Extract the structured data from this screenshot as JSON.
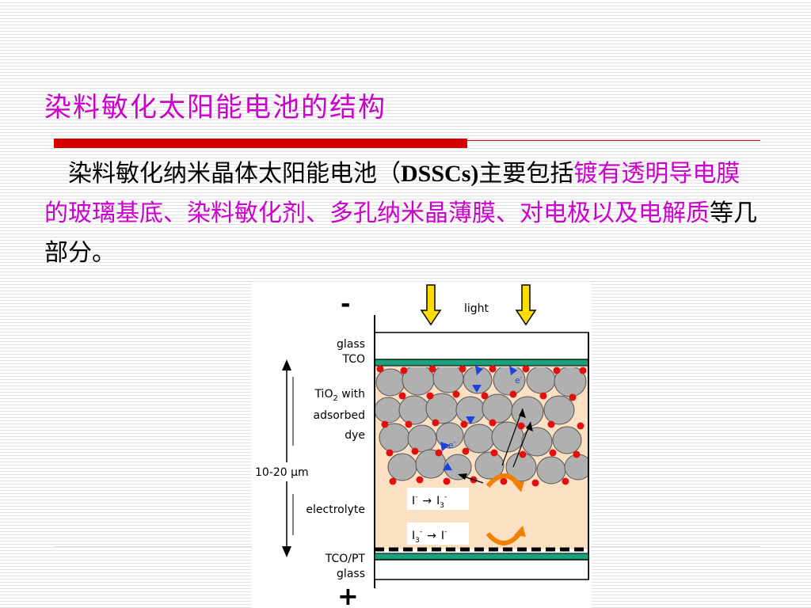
{
  "slide": {
    "title": "染料敏化太阳能电池的结构",
    "paragraph": {
      "intro": "染料敏化纳米晶体太阳能电池（",
      "abbr": "DSSCs)",
      "mid": "主要包括",
      "highlight": "镀有透明导电膜的玻璃基底、染料敏化剂、多孔纳米晶薄膜、对电极以及电解质",
      "tail": "等几部分。"
    }
  },
  "diagram": {
    "minus_sign": "-",
    "plus_sign": "+",
    "light": "light",
    "glass_top": "glass",
    "tco_top": "TCO",
    "tio2_line1_a": "TiO",
    "tio2_sub": "2",
    "tio2_line1_b": " with",
    "tio2_line2": "adsorbed",
    "tio2_line3": "dye",
    "thickness": "10-20 µm",
    "electrolyte": "electrolyte",
    "tco_pt": "TCO/PT",
    "glass_bottom": "glass",
    "electron": "e",
    "electron_sup": "-",
    "reaction1_left": "I",
    "reaction1_left_sup": "-",
    "reaction1_arrow": "→",
    "reaction1_right": "I",
    "reaction1_right_sub": "3",
    "reaction1_right_sup": "-",
    "reaction2_left": "I",
    "reaction2_left_sub": "3",
    "reaction2_left_sup": "-",
    "reaction2_arrow": "→",
    "reaction2_right": "I",
    "reaction2_right_sup": "-",
    "colors": {
      "electrolyte_fill": "#fce0c4",
      "tco_green": "#1aa07a",
      "particle_gray": "#b0b0b0",
      "dye_red": "#e01010",
      "electron_blue": "#1a44dd",
      "light_arrow": "#ffdd00",
      "orange_arrow": "#f08000"
    }
  }
}
